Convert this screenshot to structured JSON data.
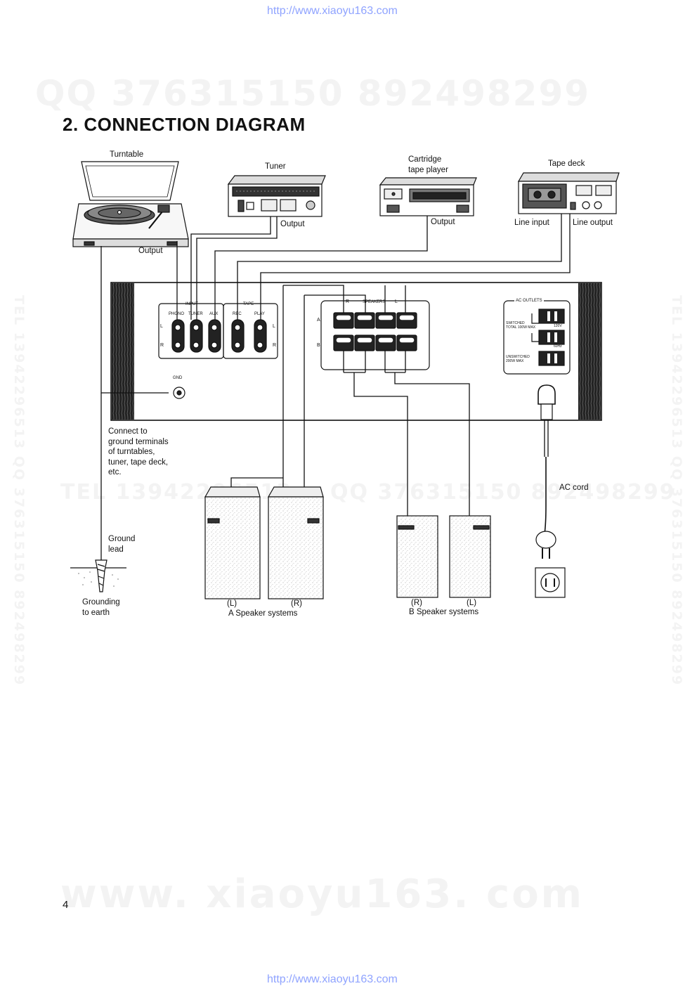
{
  "header_url": "http://www.xiaoyu163.com",
  "footer_url": "http://www.xiaoyu163.com",
  "watermarks": {
    "top": "QQ 376315150   892498299",
    "middle_tel": "TEL 13942296513",
    "middle_qq": "QQ 376315150 892498299",
    "vertical": "TEL 13942296513  QQ 376315150  892498299",
    "bottom": "www. xiaoyu163. com"
  },
  "title": "2. CONNECTION  DIAGRAM",
  "devices": {
    "turntable": "Turntable",
    "tuner": "Tuner",
    "cartridge_line1": "Cartridge",
    "cartridge_line2": "tape player",
    "tape_deck": "Tape deck"
  },
  "connection_labels": {
    "turntable_output": "Output",
    "tuner_output": "Output",
    "cartridge_output": "Output",
    "line_input": "Line input",
    "line_output": "Line output"
  },
  "panel": {
    "input": "INPUT",
    "phono": "PHONO",
    "tuner": "TUNER",
    "aux": "AUX",
    "tape": "TAPE",
    "rec": "REC",
    "play": "PLAY",
    "l": "L",
    "r": "R",
    "gnd": "GND",
    "speakers_r": "R",
    "speakers": "SPEAKERS",
    "speakers_l": "L",
    "row_a": "A",
    "row_b": "B",
    "ac_outlets": "AC OUTLETS",
    "switched_line1": "SWITCHED",
    "switched_line2": "TOTAL 100W MAX",
    "voltage": "120V",
    "frequency": "60Hz",
    "unswitched_line1": "UNSWITCHED",
    "unswitched_line2": "200W MAX"
  },
  "ground_note": [
    "Connect to",
    "ground terminals",
    "of turntables,",
    "tuner, tape deck,",
    "etc."
  ],
  "ground_lead": [
    "Ground",
    "lead"
  ],
  "grounding": [
    "Grounding",
    "to earth"
  ],
  "ac_cord": "AC cord",
  "speakers_a": {
    "left": "(L)",
    "right": "(R)",
    "caption": "A Speaker systems"
  },
  "speakers_b": {
    "left": "(R)",
    "right": "(L)",
    "caption": "B Speaker systems"
  },
  "page_number": "4"
}
